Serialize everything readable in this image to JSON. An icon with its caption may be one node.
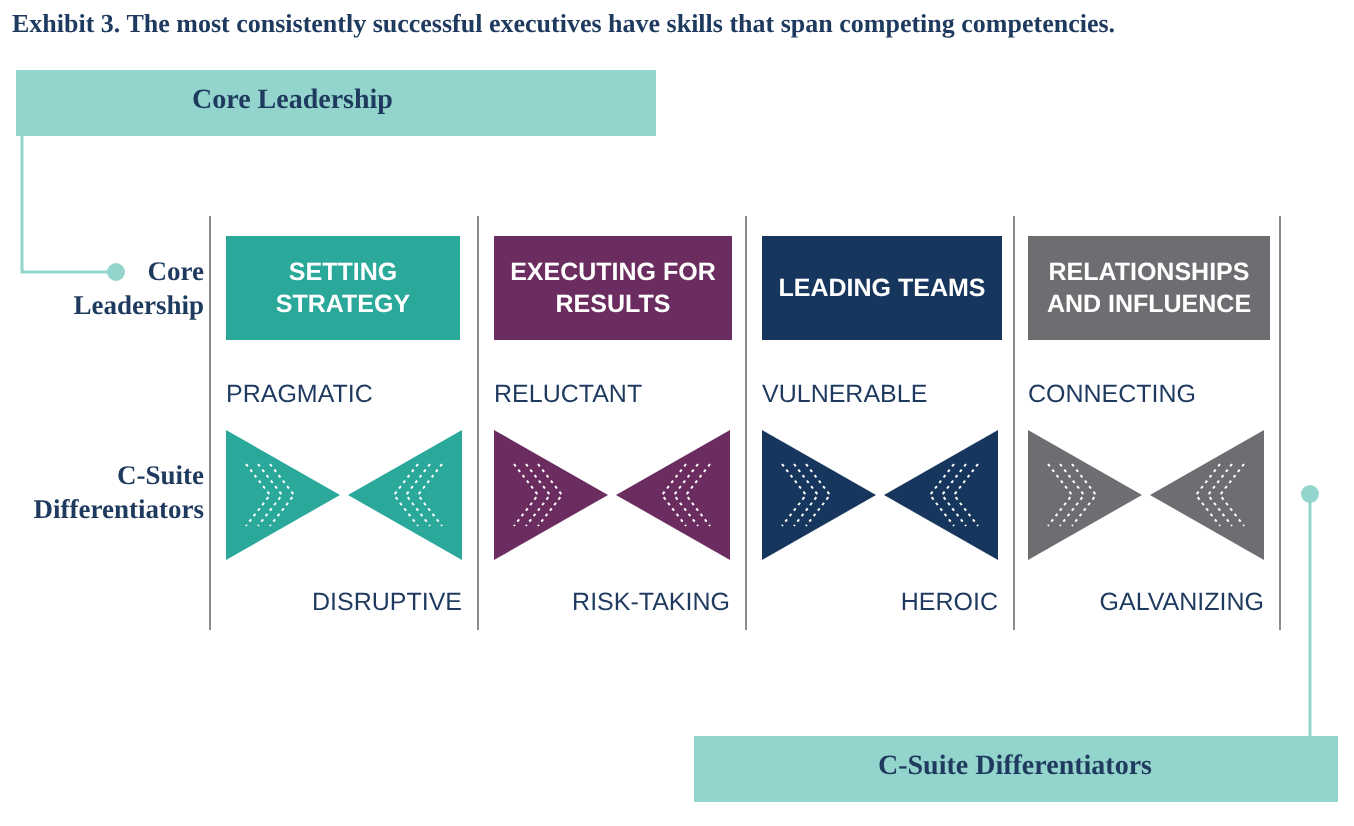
{
  "diagram": {
    "title": "Exhibit 3. The most consistently successful executives have skills that span competing competencies.",
    "nodes": [
      {
        "text": [
          "Core Leadership"
        ]
      },
      {
        "text": [
          "Core Leadership"
        ]
      },
      {
        "text": [
          "C-Suite Differentiators"
        ]
      },
      {
        "text": [
          "SETTING STRATEGY"
        ]
      },
      {
        "text": [
          "EXECUTING FOR RESULTS"
        ]
      },
      {
        "text": [
          "LEADING TEAMS"
        ]
      },
      {
        "text": [
          "RELATIONSHIPS AND INFLUENCE"
        ]
      },
      {
        "text": [
          "C-Suite Differentiators"
        ]
      }
    ],
    "edges": [
      {
        "from": 0,
        "to": 1,
        "arrow": "other"
      },
      {
        "from": 7,
        "to": 2,
        "arrow": "other"
      }
    ],
    "labels": [
      "PRAGMATIC",
      "RELUCTANT",
      "VULNERABLE",
      "CONNECTING",
      "DISRUPTIVE",
      "RISK-TAKING",
      "HEROIC",
      "GALVANIZING"
    ]
  }
}
